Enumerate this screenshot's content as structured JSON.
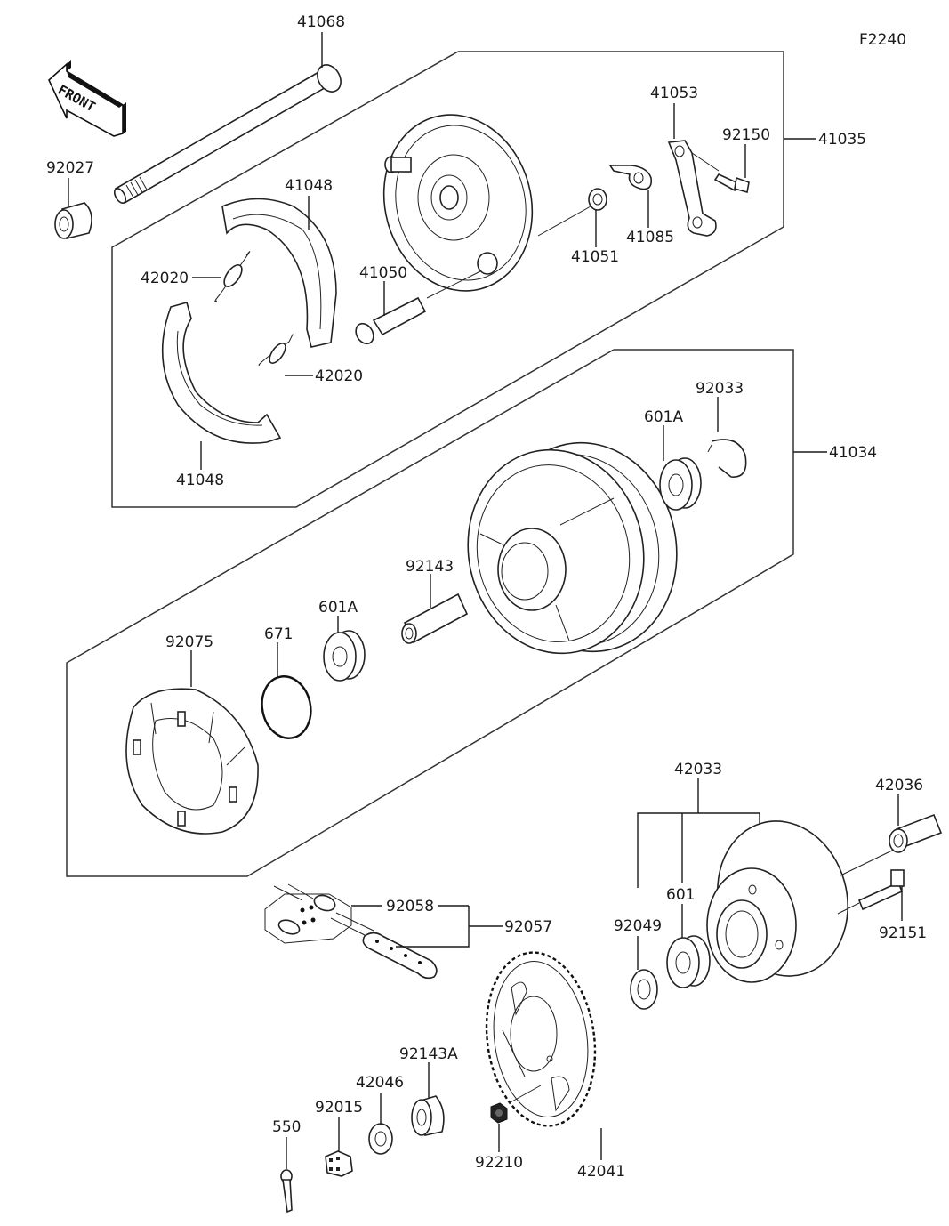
{
  "diagram": {
    "figure_code": "F2240",
    "front_arrow_label": "FRONT",
    "assemblies": {
      "brake_panel_assembly": "41035",
      "wheel_hub_assembly": "41034",
      "coupling_assembly": "42033",
      "chain_assembly": "92057"
    },
    "parts": {
      "axle": "41068",
      "collar_left": "92027",
      "brake_shoe_upper": "41048",
      "brake_shoe_lower": "41048",
      "spring_upper": "42020",
      "spring_lower": "42020",
      "brake_cam": "41050",
      "seal_cam": "41051",
      "indicator": "41085",
      "brake_lever": "41053",
      "lever_bolt": "92150",
      "bearing_right": "601A",
      "circlip": "92033",
      "spacer": "92143",
      "bearing_left": "601A",
      "o_ring": "671",
      "damper": "92075",
      "coupling_sleeve": "42036",
      "coupling_bearing": "601",
      "coupling_seal": "92049",
      "coupling_stud": "92151",
      "master_link": "92058",
      "sprocket": "42041",
      "sprocket_nut": "92210",
      "collar_right": "92143A",
      "washer": "42046",
      "castle_nut": "92015",
      "cotter_pin": "550"
    }
  }
}
